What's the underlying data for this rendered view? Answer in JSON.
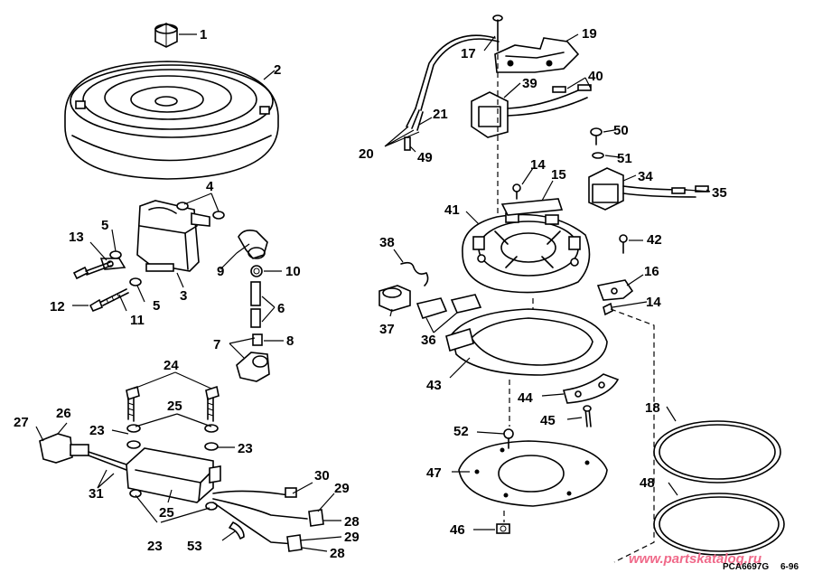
{
  "callouts": [
    "1",
    "2",
    "3",
    "4",
    "5",
    "5",
    "6",
    "7",
    "8",
    "9",
    "10",
    "11",
    "12",
    "13",
    "14",
    "14",
    "15",
    "16",
    "17",
    "18",
    "19",
    "20",
    "21",
    "23",
    "23",
    "23",
    "24",
    "25",
    "25",
    "26",
    "27",
    "28",
    "28",
    "29",
    "29",
    "30",
    "31",
    "34",
    "35",
    "36",
    "37",
    "38",
    "39",
    "40",
    "41",
    "42",
    "43",
    "44",
    "45",
    "46",
    "47",
    "48",
    "49",
    "50",
    "51",
    "52",
    "53"
  ],
  "footer": {
    "code": "PCA6697G",
    "date": "6-96"
  },
  "watermark": "www.partskatalog.ru"
}
